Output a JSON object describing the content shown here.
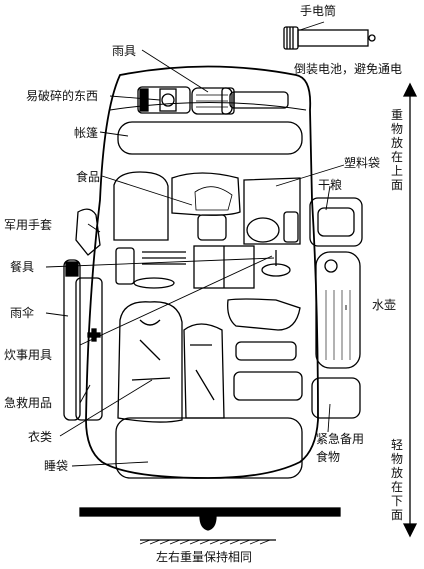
{
  "diagram": {
    "labels": {
      "flashlight": "手电筒",
      "flashlight_note": "倒装电池，避免通电",
      "rain_gear": "雨具",
      "fragile_items": "易破碎的东西",
      "tent": "帐篷",
      "food": "食品",
      "plastic_bag": "塑料袋",
      "dry_food": "干粮",
      "gloves": "军用手套",
      "tableware": "餐具",
      "umbrella": "雨伞",
      "water_bottle": "水壶",
      "cooking_gear": "炊事用具",
      "first_aid": "急救用品",
      "clothing": "衣类",
      "emergency_food_1": "紧急备用",
      "emergency_food_2": "食物",
      "sleeping_bag": "睡袋",
      "balance_note": "左右重量保持相同",
      "heavy_top": "重物放在上面",
      "light_bottom": "轻物放在下面"
    }
  }
}
